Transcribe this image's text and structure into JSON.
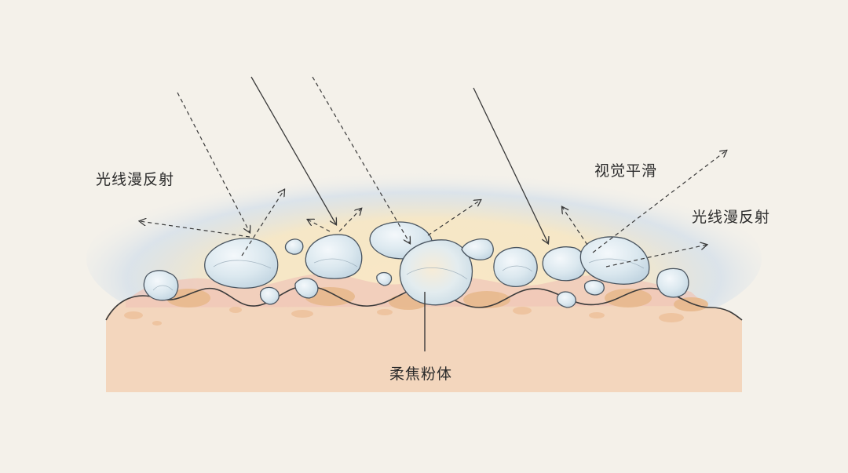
{
  "labels": {
    "left_reflection": "光线漫反射",
    "visual_smooth": "视觉平滑",
    "right_reflection": "光线漫反射",
    "powder": "柔焦粉体"
  },
  "colors": {
    "background": "#f4f1ea",
    "skin": "#f3d6bd",
    "skin_outline": "#3a3a3a",
    "particle_fill": "#dfeaf0",
    "halo_blue": "#bfd2e6",
    "halo_yellow": "#f6e3b8",
    "arrow": "#3a3a3a"
  }
}
